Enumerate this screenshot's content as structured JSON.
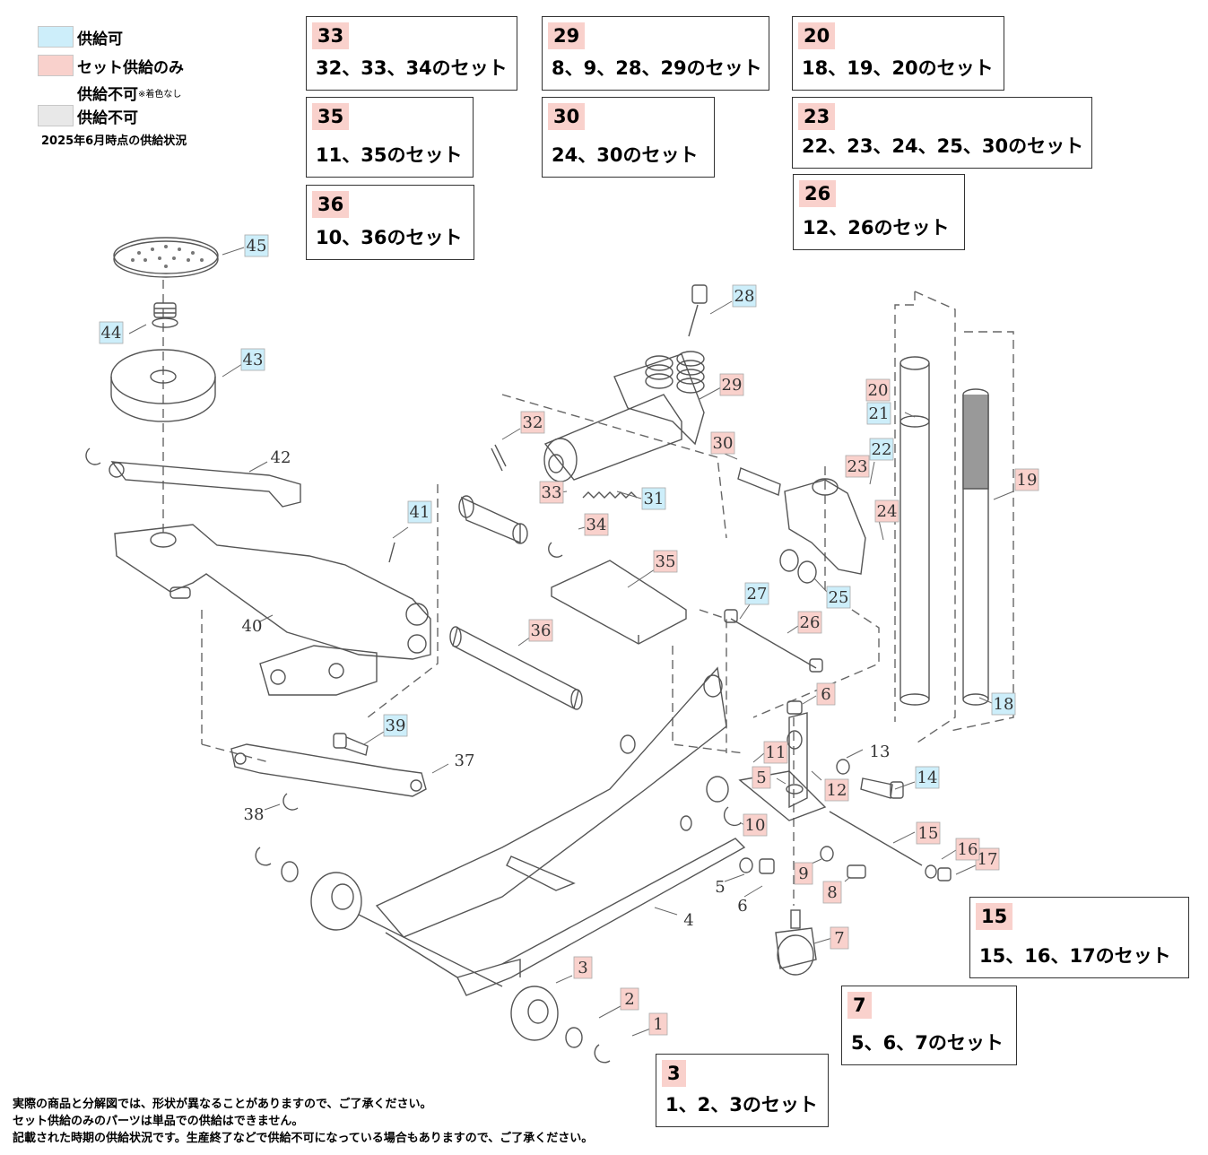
{
  "legend": {
    "available": "供給可",
    "set_only": "セット供給のみ",
    "unavailable_uncolored": "供給不可",
    "unavailable_uncolored_note": "※着色なし",
    "unavailable": "供給不可",
    "as_of": "2025年6月時点の供給状況",
    "colors": {
      "available": "#cdeefa",
      "set_only": "#f9d1cc",
      "unavailable": "#e8e8e8"
    }
  },
  "sets": [
    {
      "num": "33",
      "desc": "32、33、34のセット"
    },
    {
      "num": "29",
      "desc": "8、9、28、29のセット"
    },
    {
      "num": "20",
      "desc": "18、19、20のセット"
    },
    {
      "num": "35",
      "desc": "11、35のセット"
    },
    {
      "num": "30",
      "desc": "24、30のセット"
    },
    {
      "num": "23",
      "desc": "22、23、24、25、30のセット"
    },
    {
      "num": "36",
      "desc": "10、36のセット"
    },
    {
      "num": "26",
      "desc": "12、26のセット"
    },
    {
      "num": "15",
      "desc": "15、16、17のセット"
    },
    {
      "num": "7",
      "desc": "5、6、7のセット"
    },
    {
      "num": "3",
      "desc": "1、2、3のセット"
    }
  ],
  "parts": [
    {
      "num": "45",
      "status": "available"
    },
    {
      "num": "44",
      "status": "available"
    },
    {
      "num": "43",
      "status": "available"
    },
    {
      "num": "42",
      "status": "none"
    },
    {
      "num": "41",
      "status": "available"
    },
    {
      "num": "40",
      "status": "none"
    },
    {
      "num": "39",
      "status": "available"
    },
    {
      "num": "38",
      "status": "none"
    },
    {
      "num": "37",
      "status": "none"
    },
    {
      "num": "36",
      "status": "set"
    },
    {
      "num": "35",
      "status": "set"
    },
    {
      "num": "34",
      "status": "set"
    },
    {
      "num": "33",
      "status": "set"
    },
    {
      "num": "32",
      "status": "set"
    },
    {
      "num": "31",
      "status": "available"
    },
    {
      "num": "30",
      "status": "set"
    },
    {
      "num": "29",
      "status": "set"
    },
    {
      "num": "28",
      "status": "available"
    },
    {
      "num": "27",
      "status": "available"
    },
    {
      "num": "26",
      "status": "set"
    },
    {
      "num": "25",
      "status": "available"
    },
    {
      "num": "24",
      "status": "set"
    },
    {
      "num": "23",
      "status": "set"
    },
    {
      "num": "22",
      "status": "available"
    },
    {
      "num": "21",
      "status": "available"
    },
    {
      "num": "20",
      "status": "set"
    },
    {
      "num": "19",
      "status": "set"
    },
    {
      "num": "18",
      "status": "available"
    },
    {
      "num": "17",
      "status": "set"
    },
    {
      "num": "16",
      "status": "set"
    },
    {
      "num": "15",
      "status": "set"
    },
    {
      "num": "14",
      "status": "available"
    },
    {
      "num": "13",
      "status": "none"
    },
    {
      "num": "12",
      "status": "set"
    },
    {
      "num": "11",
      "status": "set"
    },
    {
      "num": "10",
      "status": "set"
    },
    {
      "num": "9",
      "status": "set"
    },
    {
      "num": "8",
      "status": "set"
    },
    {
      "num": "7",
      "status": "set"
    },
    {
      "num": "6",
      "status": "set"
    },
    {
      "num": "5",
      "status": "set"
    },
    {
      "num": "6b",
      "label": "6",
      "status": "none"
    },
    {
      "num": "5b",
      "label": "5",
      "status": "none"
    },
    {
      "num": "4",
      "status": "none"
    },
    {
      "num": "3",
      "status": "set"
    },
    {
      "num": "2",
      "status": "set"
    },
    {
      "num": "1",
      "status": "set"
    }
  ],
  "footer": [
    "実際の商品と分解図では、形状が異なることがありますので、ご了承ください。",
    "セット供給のみのパーツは単品での供給はできません。",
    "記載された時期の供給状況です。生産終了などで供給不可になっている場合もありますので、ご了承ください。"
  ]
}
